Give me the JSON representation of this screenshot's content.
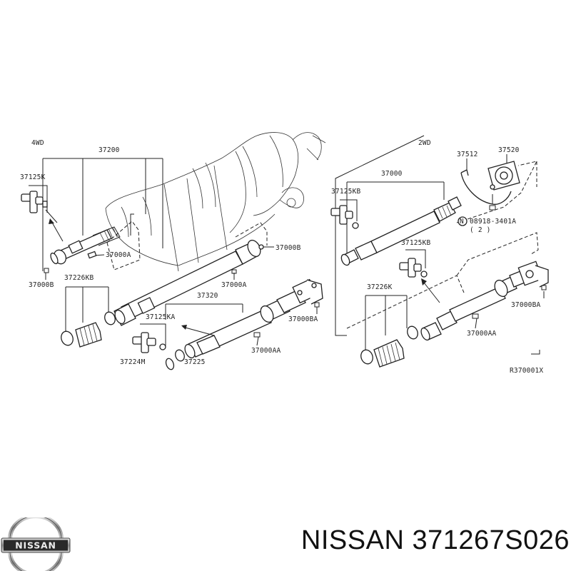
{
  "diagram": {
    "left_panel": {
      "variant": "4WD",
      "assembly": "37200",
      "labels": {
        "joint_kit": "37125K",
        "flange_nut": "37000A",
        "bolt_left": "37000B",
        "boot_kit": "37226KB",
        "bolt_mid": "37000B",
        "nut_mid": "37000A",
        "shaft": "37320",
        "joint_kit2": "37125KA",
        "bolt_right": "37000BA",
        "nut_right": "37000AA",
        "seal": "37224M",
        "ring": "37225"
      }
    },
    "right_panel": {
      "variant": "2WD",
      "assembly": "37000",
      "labels": {
        "bracket": "37512",
        "bearing": "37520",
        "joint_kit": "37125KB",
        "nut_code": "08918-3401A",
        "nut_qty": "( 2 )",
        "nut_symbol": "N",
        "joint_kit2": "37125KB",
        "boot_kit": "37226K",
        "bolt": "37000BA",
        "nut": "37000AA"
      }
    },
    "ref_code": "R370001X"
  },
  "brand": {
    "logo_text": "NISSAN",
    "caption": "NISSAN 371267S026"
  }
}
